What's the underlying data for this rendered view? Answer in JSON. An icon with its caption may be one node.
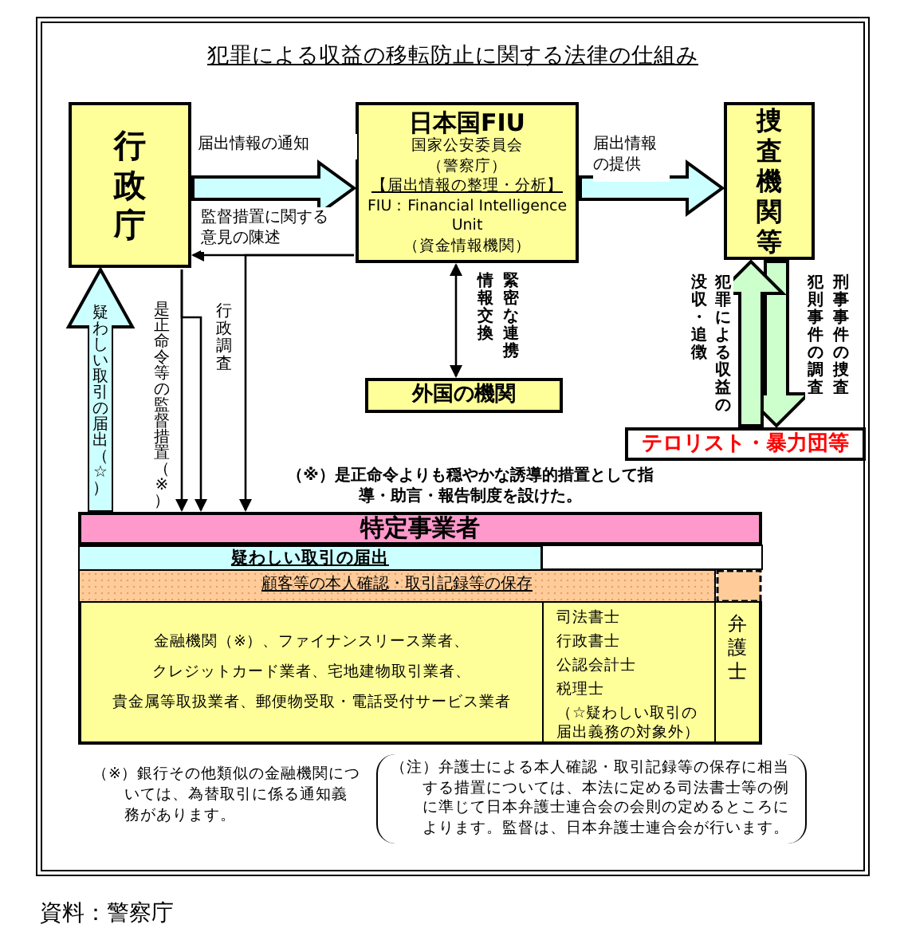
{
  "diagram": {
    "title": "犯罪による収益の移転防止に関する法律の仕組み",
    "caption": "資料：警察庁",
    "nodes": [
      {
        "text": [
          "行政庁"
        ]
      },
      {
        "text": [
          "日本国FIU",
          "国家公安委員会",
          "（警察庁）",
          "【届出情報の整理・分析】",
          "FIU：Financial Intelligence Unit",
          "（資金情報機関）"
        ]
      },
      {
        "text": [
          "捜査機関等"
        ]
      },
      {
        "text": [
          "外国の機関"
        ]
      },
      {
        "text": [
          "テロリスト・暴力団等"
        ]
      },
      {
        "text": [
          "特定事業者"
        ]
      },
      {
        "text": [
          "疑わしい取引の届出"
        ]
      },
      {
        "text": [
          "顧客等の本人確認・取引記録等の保存"
        ]
      },
      {
        "text": [
          "金融機関（※）、ファイナンスリース業者、",
          "クレジットカード業者、宅地建物取引業者、",
          "貴金属等取扱業者、郵便物受取・電話受付サービス業者"
        ]
      },
      {
        "text": [
          "司法書士",
          "行政書士",
          "公認会計士",
          "税理士",
          "（☆疑わしい取引の届出義務の対象外）"
        ]
      },
      {
        "text": [
          "弁護士"
        ]
      }
    ],
    "edges": [
      {
        "from": 0,
        "to": 1,
        "label": "届出情報の通知",
        "arrow": "to",
        "style": "thick",
        "color": "#ccffff"
      },
      {
        "from": 1,
        "to": 0,
        "label": "監督措置に関する意見の陳述",
        "arrow": "to"
      },
      {
        "from": 1,
        "to": 2,
        "label": "届出情報の提供",
        "arrow": "to",
        "style": "thick",
        "color": "#ccffff"
      },
      {
        "from": 1,
        "to": 3,
        "label": "緊密な連携",
        "arrow": "both"
      },
      {
        "from": 0,
        "to": 5,
        "label": "是正命令等の監督措置（※）",
        "arrow": "to"
      },
      {
        "from": 0,
        "to": 5,
        "arrow": "to"
      },
      {
        "from": 1,
        "to": 5,
        "label": "行政調査",
        "arrow": "to"
      },
      {
        "from": 5,
        "to": 0,
        "label": "疑わしい取引の届出（☆）",
        "arrow": "to",
        "style": "thick",
        "color": "#ccffff"
      },
      {
        "from": 2,
        "to": 4,
        "label": "刑事事件の捜査",
        "arrow": "to",
        "style": "thick",
        "color": "#ccffcc"
      },
      {
        "from": 4,
        "to": 2,
        "label": "犯罪による収益の",
        "arrow": "to",
        "style": "thick",
        "color": "#ccffcc"
      }
    ],
    "labels": [
      "（※）是正命令よりも穏やかな誘導的措置として指導・助言・報告制度を設けた。",
      "（※）銀行その他類似の金融機関については、為替取引に係る通知義務があります。",
      "（注）弁護士による本人確認・取引記録等の保存に相当する措置については、本法に定める司法書士等の例に準じて日本弁護士連合会の会則の定めるところによります。監督は、日本弁護士連合会が行います。",
      "情報交換",
      "没収・追徴",
      "犯則事件の調査"
    ]
  }
}
